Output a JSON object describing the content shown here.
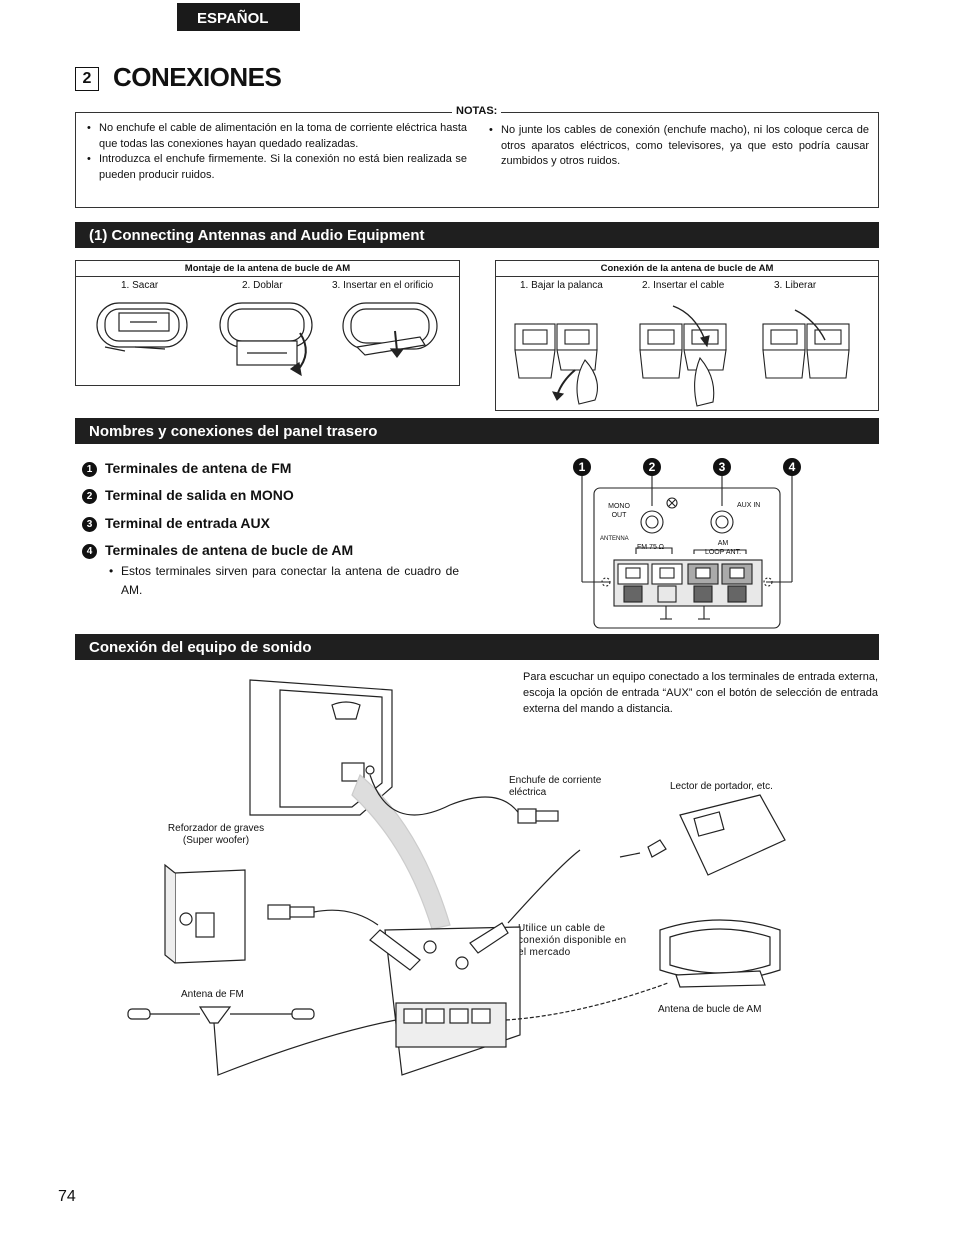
{
  "header": {
    "language": "ESPAÑOL",
    "section_number": "2",
    "title": "CONEXIONES"
  },
  "notes": {
    "label": "NOTAS:",
    "left": [
      "No enchufe el cable de alimentación en la toma de corriente eléctrica hasta que todas las conexiones hayan quedado realizadas.",
      "Introduzca el enchufe firmemente. Si la conexión no está bien realizada se pueden producir ruidos."
    ],
    "right": [
      "No junte los cables de conexión (enchufe macho), ni los coloque cerca de otros aparatos eléctricos, como televisores, ya que esto podría causar zumbidos y otros ruidos."
    ]
  },
  "section1": {
    "title": "(1) Connecting Antennas and Audio Equipment",
    "fig_left": {
      "title": "Montaje de la antena de bucle de AM",
      "steps": [
        "1. Sacar",
        "2. Doblar",
        "3. Insertar en el orificio"
      ]
    },
    "fig_right": {
      "title": "Conexión de la antena de bucle de AM",
      "steps": [
        "1. Bajar la palanca",
        "2. Insertar el cable",
        "3. Liberar"
      ]
    }
  },
  "section2": {
    "title": "Nombres y conexiones del panel trasero",
    "items": [
      {
        "num": "1",
        "label": "Terminales de antena de FM"
      },
      {
        "num": "2",
        "label": "Terminal de salida en MONO"
      },
      {
        "num": "3",
        "label": "Terminal de entrada AUX"
      },
      {
        "num": "4",
        "label": "Terminales de antena de bucle de AM"
      }
    ],
    "item4_note": "Estos terminales sirven para conectar la antena de cuadro de AM.",
    "panel": {
      "nums": [
        "1",
        "2",
        "3",
        "4"
      ],
      "mono_out": [
        "MONO",
        "OUT"
      ],
      "aux_in": "AUX IN",
      "antenna": "ANTENNA",
      "fm": "FM 75 Ω",
      "am": [
        "AM",
        "LOOP ANT."
      ]
    }
  },
  "section3": {
    "title": "Conexión del equipo de sonido",
    "intro": "Para escuchar un equipo conectado a los terminales de entrada externa, escoja la opción de entrada “AUX” con el botón de selección de entrada externa del mando a distancia.",
    "labels": {
      "power_plug": [
        "Enchufe de corriente",
        "eléctrica"
      ],
      "portable_player": "Lector de portador, etc.",
      "subwoofer": [
        "Reforzador de graves",
        "(Super woofer)"
      ],
      "cable_note": [
        "Utilice un cable de",
        "conexión disponible en",
        "el mercado"
      ],
      "fm_antenna": "Antena de FM",
      "am_antenna": "Antena de bucle de AM"
    }
  },
  "footer": {
    "page_number": "74"
  }
}
